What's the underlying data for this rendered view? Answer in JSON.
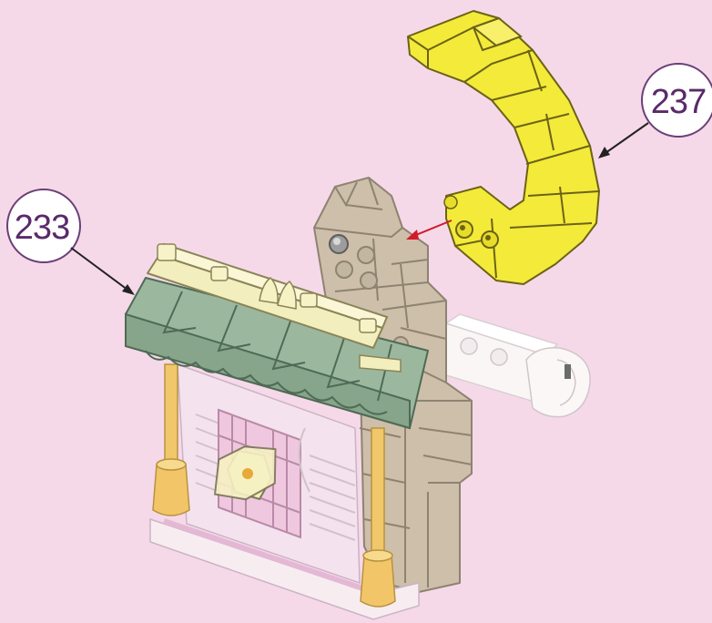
{
  "diagram": {
    "background_color": "#f6d9e9",
    "callouts": [
      {
        "id": "233",
        "label": "233"
      },
      {
        "id": "237",
        "label": "237"
      }
    ],
    "colors": {
      "yellow_piece": "#f4ea3a",
      "tan_wall": "#cdbfa9",
      "sage_roof": "#9bb89e",
      "cream_trim": "#f3eebe",
      "pink_frame": "#e4b8d4",
      "gold_pillar": "#f0c76a",
      "white_element": "#f8f3f3",
      "arrow_red": "#d11a2a",
      "callout_text": "#5a2a6a"
    }
  }
}
